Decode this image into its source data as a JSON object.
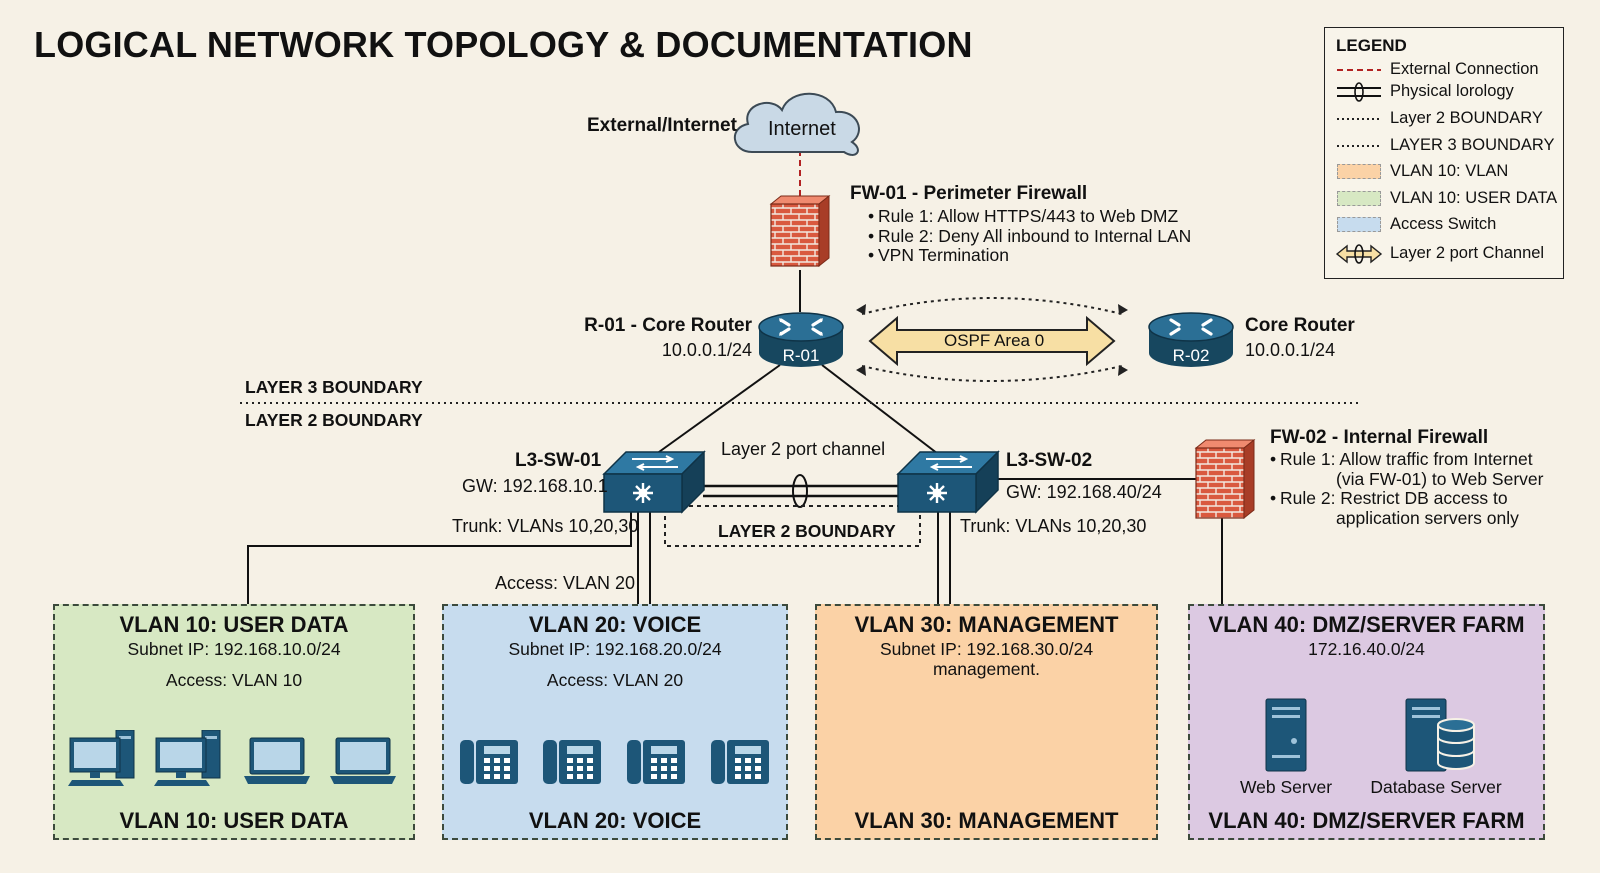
{
  "title": "LOGICAL NETWORK TOPOLOGY & DOCUMENTATION",
  "colors": {
    "background": "#f6f1e6",
    "device_blue": "#1d5678",
    "firewall_red": "#d9593f",
    "vlan10_green": "#d7e8c3",
    "vlan20_blue": "#c7dcee",
    "vlan30_orange": "#fbd2a6",
    "vlan40_purple": "#dcc9e2",
    "external_link_red": "#b22222",
    "ospf_arrow_fill": "#f7dfa4"
  },
  "internet": {
    "cloud_label": "Internet",
    "side_label": "External/Internet",
    "icon": "cloud-icon"
  },
  "fw01": {
    "title": "FW-01 - Perimeter Firewall",
    "rules": [
      "Rule 1: Allow HTTPS/443 to Web DMZ",
      "Rule 2: Deny All inbound to Internal LAN",
      "VPN Termination"
    ],
    "icon": "firewall-icon"
  },
  "r01": {
    "title": "R-01 - Core Router",
    "ip": "10.0.0.1/24",
    "device_label": "R-01",
    "icon": "router-icon"
  },
  "r02": {
    "title": "Core Router",
    "ip": "10.0.0.1/24",
    "device_label": "R-02",
    "icon": "router-icon"
  },
  "ospf_label": "OSPF Area 0",
  "layer3_boundary": "LAYER 3 BOUNDARY",
  "layer2_boundary": "LAYER 2 BOUNDARY",
  "sw01": {
    "name": "L3-SW-01",
    "gw": "GW: 192.168.10.1",
    "trunk": "Trunk: VLANs 10,20,30",
    "icon": "switch-icon"
  },
  "sw02": {
    "name": "L3-SW-02",
    "gw": "GW: 192.168.40/24",
    "trunk": "Trunk: VLANs 10,20,30",
    "icon": "switch-icon"
  },
  "port_channel_label": "Layer 2 port channel",
  "l2_boundary_box_label": "LAYER 2 BOUNDARY",
  "access_vlan20_link": "Access: VLAN 20",
  "fw02": {
    "title": "FW-02 - Internal Firewall",
    "rule1_line1": "Rule 1: Allow traffic from Internet",
    "rule1_line2": "(via FW-01) to Web Server",
    "rule2_line1": "Rule 2: Restrict DB access to",
    "rule2_line2": "application servers only",
    "icon": "firewall-icon"
  },
  "legend": {
    "title": "LEGEND",
    "items": [
      {
        "symbol": "red-dashed-line",
        "label": "External Connection"
      },
      {
        "symbol": "physical-link-icon",
        "label": "Physical lorology"
      },
      {
        "symbol": "dotted-line",
        "label": "Layer 2 BOUNDARY"
      },
      {
        "symbol": "dotted-line",
        "label": "LAYER 3 BOUNDARY"
      },
      {
        "symbol": "orange-swatch",
        "label": "VLAN 10: VLAN"
      },
      {
        "symbol": "green-swatch",
        "label": "VLAN 10: USER DATA"
      },
      {
        "symbol": "blue-swatch",
        "label": "Access Switch"
      },
      {
        "symbol": "port-channel-icon",
        "label": "Layer 2 port Channel"
      }
    ]
  },
  "vlans": [
    {
      "title": "VLAN 10: USER DATA",
      "subnet": "Subnet IP: 192.168.10.0/24",
      "access": "Access: VLAN 10",
      "footer": "VLAN 10: USER DATA",
      "devices": [
        "desktop-computer-icon",
        "desktop-computer-icon",
        "laptop-icon",
        "laptop-icon"
      ]
    },
    {
      "title": "VLAN 20: VOICE",
      "subnet": "Subnet IP: 192.168.20.0/24",
      "access": "Access: VLAN 20",
      "footer": "VLAN 20: VOICE",
      "devices": [
        "ip-phone-icon",
        "ip-phone-icon",
        "ip-phone-icon",
        "ip-phone-icon"
      ]
    },
    {
      "title": "VLAN 30: MANAGEMENT",
      "subnet": "Subnet IP: 192.168.30.0/24",
      "note": "management.",
      "footer": "VLAN 30: MANAGEMENT"
    },
    {
      "title": "VLAN 40: DMZ/SERVER FARM",
      "subnet": "172.16.40.0/24",
      "footer": "VLAN 40: DMZ/SERVER FARM",
      "servers": [
        "Web Server",
        "Database Server"
      ]
    }
  ]
}
